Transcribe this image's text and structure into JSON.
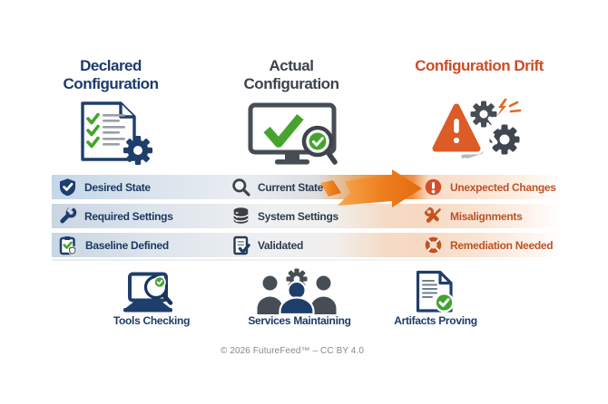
{
  "columns": [
    {
      "id": "declared",
      "line1": "Declared",
      "line2": "Configuration",
      "icon": "document-checklist-gear-icon",
      "title_color": "#1c3b6a"
    },
    {
      "id": "actual",
      "line1": "Actual",
      "line2": "Configuration",
      "icon": "monitor-check-magnifier-icon",
      "title_color": "#3d434b"
    },
    {
      "id": "drift",
      "line1": "Configuration Drift",
      "icon": "warning-broken-gears-icon",
      "title_color": "#cc4c26"
    }
  ],
  "rows": [
    {
      "declared": {
        "label": "Desired State",
        "icon": "shield-check-icon"
      },
      "actual": {
        "label": "Current State",
        "icon": "magnifier-icon"
      },
      "drift": {
        "label": "Unexpected Changes",
        "icon": "exclamation-circle-icon"
      }
    },
    {
      "declared": {
        "label": "Required Settings",
        "icon": "wrench-icon"
      },
      "actual": {
        "label": "System Settings",
        "icon": "database-icon"
      },
      "drift": {
        "label": "Misalignments",
        "icon": "crossed-tools-icon"
      }
    },
    {
      "declared": {
        "label": "Baseline Defined",
        "icon": "clipboard-check-shield-icon"
      },
      "actual": {
        "label": "Validated",
        "icon": "document-check-icon"
      },
      "drift": {
        "label": "Remediation Needed",
        "icon": "life-ring-icon"
      }
    }
  ],
  "arrow": {
    "icon": "drift-arrow-icon",
    "color": "#e8720f"
  },
  "footer": {
    "items": [
      {
        "label": "Tools Checking",
        "icon": "laptop-magnifier-icon"
      },
      {
        "label": "Services Maintaining",
        "icon": "team-gear-icon"
      },
      {
        "label": "Artifacts Proving",
        "icon": "document-approved-icon"
      }
    ],
    "copyright": "© 2026 FutureFeed™ – CC BY 4.0"
  },
  "colors": {
    "navy": "#1c3b6a",
    "charcoal": "#3d434b",
    "drift_orange": "#cc4c26",
    "green": "#46a42e",
    "slate": "#474d55",
    "triangle_orange": "#dc5b26",
    "row_right_text": "#bd5126"
  }
}
